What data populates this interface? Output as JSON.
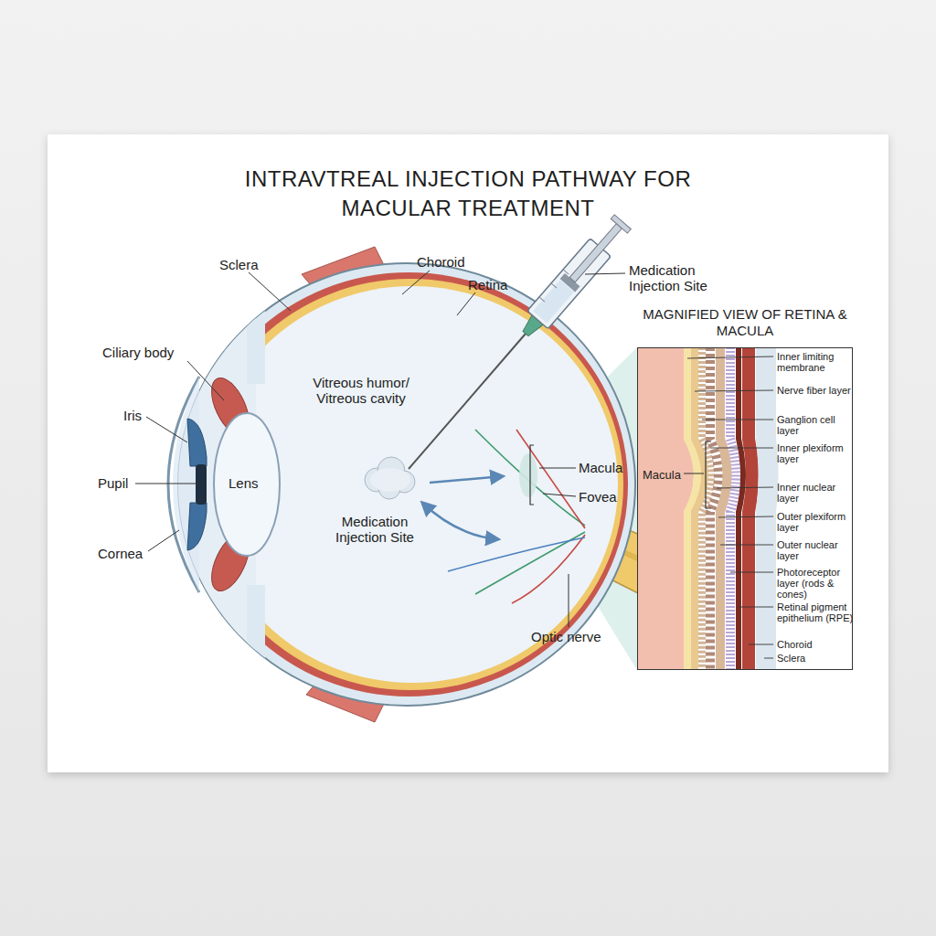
{
  "diagram": {
    "title": "INTRAVTREAL INJECTION PATHWAY FOR MACULAR TREATMENT",
    "nodes": [
      {
        "text": [
          "MAGNIFIED VIEW OF RETINA & MACULA"
        ]
      }
    ],
    "labels": [
      "Sclera",
      "Choroid",
      "Retina",
      "Medication Injection Site",
      "Ciliary body",
      "Iris",
      "Pupil",
      "Lens",
      "Cornea",
      "Vitreous humor/ Vitreous cavity",
      "Medication Injection Site",
      "Macula",
      "Fovea",
      "Optic nerve",
      "Macula",
      "Inner limiting membrane",
      "Nerve fiber layer",
      "Ganglion cell layer",
      "Inner plexiform layer",
      "Inner nuclear layer",
      "Outer plexiform layer",
      "Outer nuclear layer",
      "Photoreceptor layer (rods & cones)",
      "Retinal pigment epithelium (RPE)",
      "Choroid",
      "Sclera"
    ]
  }
}
